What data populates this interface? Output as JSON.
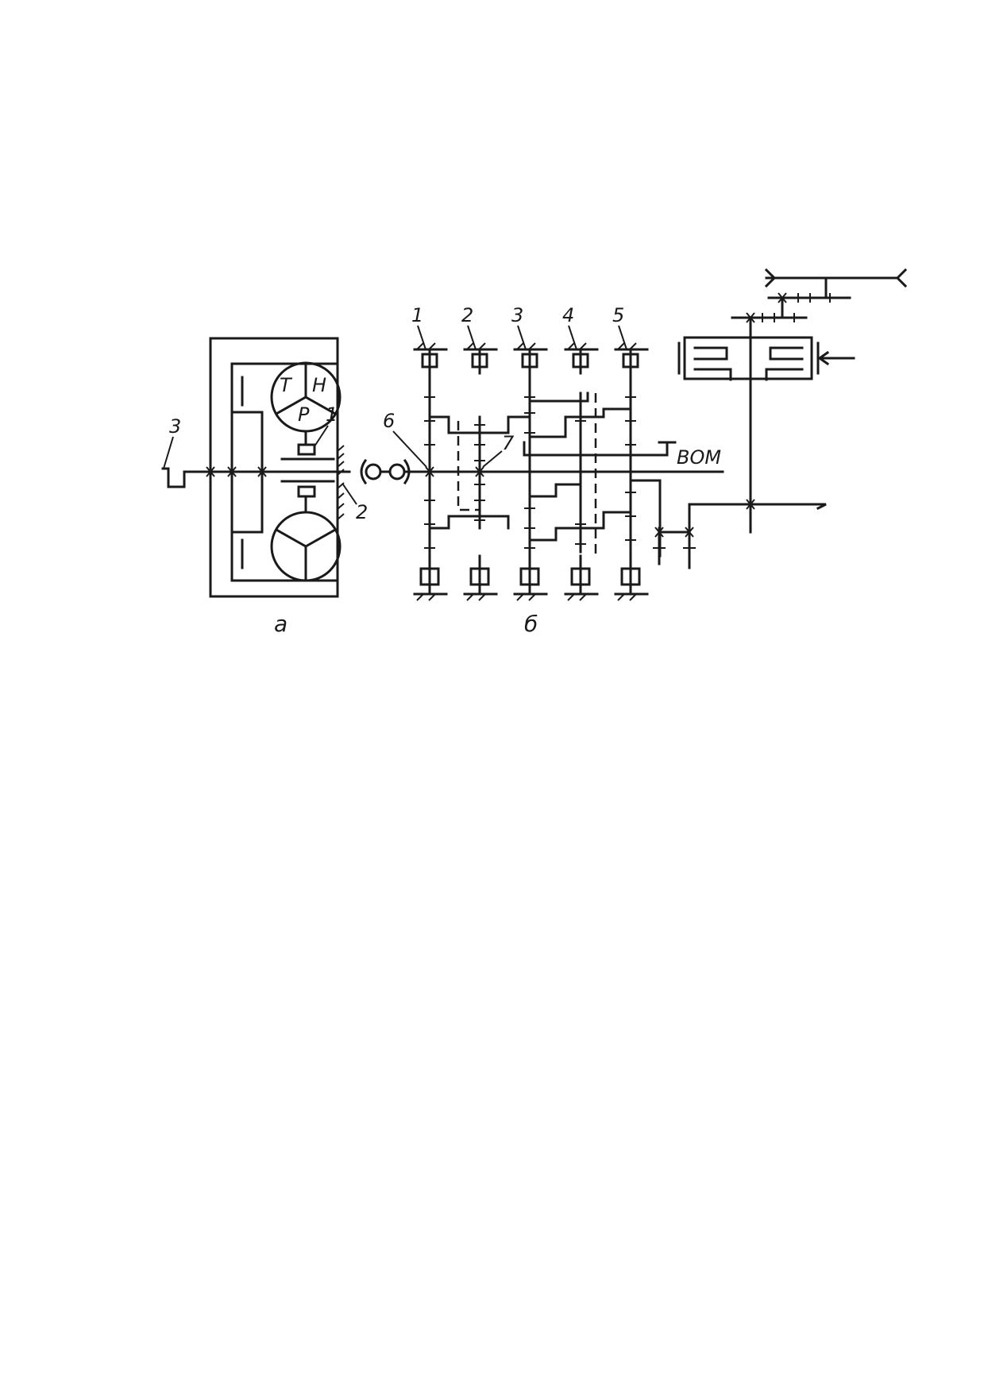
{
  "figure_a": {
    "caption": "а",
    "torque_converter_letters": {
      "turbine": "Т",
      "pump": "Н",
      "reactor": "Р"
    },
    "callouts": [
      "1",
      "2",
      "3"
    ]
  },
  "figure_b": {
    "caption": "б",
    "brake_callouts": [
      "1",
      "2",
      "3",
      "4",
      "5"
    ],
    "shaft_callouts": [
      "6",
      "7"
    ],
    "pto_label": "ВОМ"
  }
}
